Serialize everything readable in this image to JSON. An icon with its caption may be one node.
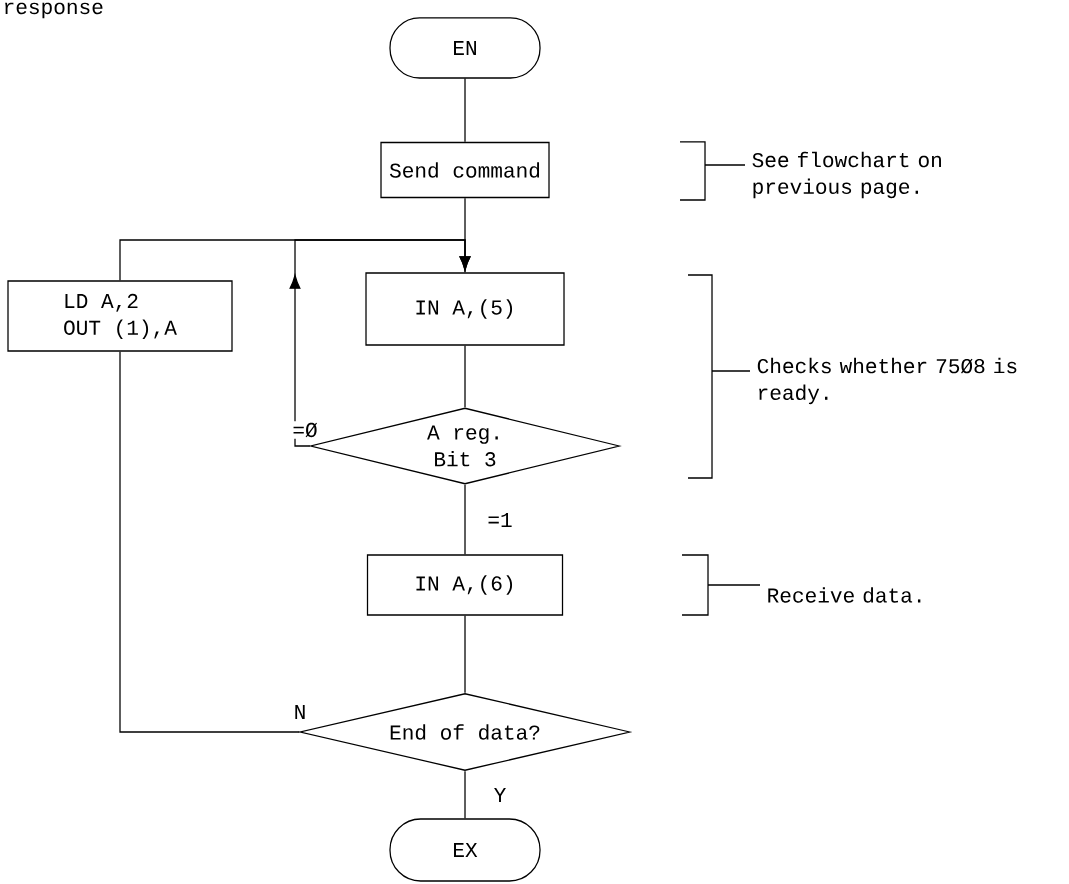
{
  "diagram": {
    "nodes": [
      {
        "text": [
          "EN"
        ]
      },
      {
        "text": [
          "Send command"
        ]
      },
      {
        "text": [
          "IN  A,(5)"
        ]
      },
      {
        "text": [
          "A reg. Bit 3"
        ]
      },
      {
        "text": [
          "IN  A,(6)"
        ]
      },
      {
        "text": [
          "End of data?"
        ]
      },
      {
        "text": [
          "EX"
        ]
      },
      {
        "text": [
          "LD    A,2",
          "OUT   (1),A"
        ]
      }
    ],
    "edges": [
      {
        "from": 0,
        "to": 1,
        "arrow": "none"
      },
      {
        "from": 1,
        "to": 2,
        "arrow": "none"
      },
      {
        "from": 7,
        "to": 2,
        "arrow": "to"
      },
      {
        "from": 3,
        "to": 2,
        "arrow": "to",
        "label": "=Ø"
      },
      {
        "from": 2,
        "to": 3,
        "arrow": "none"
      },
      {
        "from": 3,
        "to": 4,
        "arrow": "none",
        "label": "=1"
      },
      {
        "from": 4,
        "to": 5,
        "arrow": "none"
      },
      {
        "from": 5,
        "to": 7,
        "arrow": "none",
        "label": "N"
      },
      {
        "from": 5,
        "to": 6,
        "arrow": "none",
        "label": "Y"
      }
    ],
    "labels": [
      "response",
      "See flowchart on previous page.",
      "Checks whether 75Ø8 is ready.",
      "Receive data."
    ]
  }
}
